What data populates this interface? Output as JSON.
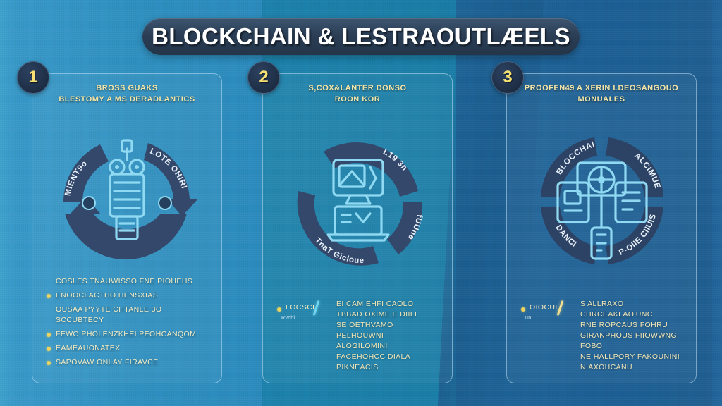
{
  "title": "BLOCKCHAIN & LESTRAOUTLÆELS",
  "colors": {
    "bg_left": "#3a9ac9",
    "bg_middle": "#1b7da6",
    "bg_right": "#1d5f94",
    "title_bar": "#2b3e56",
    "badge_bg": "#1d2d44",
    "badge_text": "#f6e172",
    "arc": "#33486a",
    "icon_accent": "#8fd9f2",
    "bullet_dot": "#ecd45f",
    "body_text": "#f2e7b8",
    "card_border": "#bee2f5"
  },
  "cards": [
    {
      "number": "1",
      "heading_line1": "BROSS GUAKS",
      "heading_line2": "BLESTOMY A MS DERADLANTICS",
      "diagram": {
        "center_icon": "robot-icon",
        "arc_labels": [
          "MIENT9o",
          "LOTE OHIRI",
          ""
        ]
      },
      "bullets": [
        {
          "marker": "none",
          "text": "COSLES TNAUWISSO FNE PIOHEHS"
        },
        {
          "marker": "dot",
          "text": "ENOOCLACTHO HENSXIAS"
        },
        {
          "marker": "none",
          "text": "OUSAA PYYTE CHTANLE 3O SCCUBTECY"
        },
        {
          "marker": "dot",
          "text": "FEWO PHOLENZKHEI PEOHCANQOM"
        },
        {
          "marker": "dot",
          "text": "EAMEAUONATEX"
        },
        {
          "marker": "dot",
          "text": "SAPOVAW ONLAY FIRAVCE"
        }
      ]
    },
    {
      "number": "2",
      "heading_line1": "S,COX&LANTER DONSO",
      "heading_line2": "ROON KOR",
      "diagram": {
        "center_icon": "monitor-laptop-icon",
        "arc_labels": [
          "L19 3n",
          "fUUne",
          "TnaT Gicloueg"
        ]
      },
      "side_small_label": "Rvchi",
      "side_bullet_label": "LOCSCE",
      "lines": [
        "EI CAM EHFI CAOLO",
        "TBBAD OXIME E DIILI",
        "SE OETHVAMO PELHOUWNI",
        "ALOGILOMINI",
        "FACEHOHCC DIALA PIKNEACIS"
      ]
    },
    {
      "number": "3",
      "heading_line1": "PROOFEN49 A XERIN LDEOSANGOUO",
      "heading_line2": "MONUALES",
      "diagram": {
        "center_icon": "devices-network-icon",
        "arc_labels": [
          "BLOCCHAIN",
          "ALCIMUE",
          "DANCI",
          "P-OIIE CIIUIS"
        ]
      },
      "side_small_label": "un",
      "side_bullet_label": "OIOCULE",
      "lines": [
        "S ALLRAXO CHRCEAKLAO'UNC",
        "RNE ROPCAUS FOHRU",
        "GIRANPHOUS FIIOWWNG FOBO",
        "NE HALLPORY FAKOUNINI",
        "NIAXOHCANU"
      ]
    }
  ]
}
